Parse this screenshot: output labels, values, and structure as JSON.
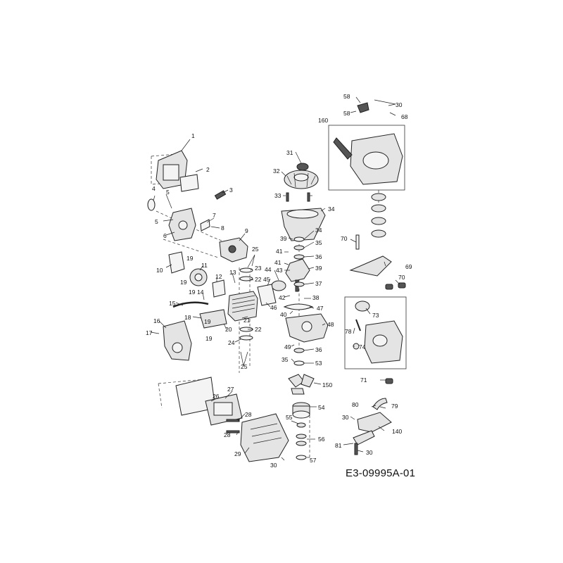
{
  "document_number": "E3-09995A-01",
  "callout_labels": [
    "1",
    "2",
    "3",
    "4",
    "5",
    "5",
    "6",
    "7",
    "8",
    "9",
    "10",
    "11",
    "12",
    "13",
    "14",
    "15",
    "16",
    "17",
    "18",
    "19",
    "19",
    "19",
    "19",
    "19",
    "20",
    "21",
    "22",
    "22",
    "23",
    "24",
    "25",
    "25",
    "26",
    "27",
    "28",
    "28",
    "29",
    "30",
    "30",
    "30",
    "30",
    "31",
    "32",
    "33",
    "34",
    "34",
    "35",
    "35",
    "36",
    "36",
    "37",
    "38",
    "39",
    "39",
    "40",
    "41",
    "41",
    "42",
    "43",
    "44",
    "45",
    "46",
    "47",
    "48",
    "49",
    "53",
    "54",
    "55",
    "56",
    "57",
    "58",
    "58",
    "68",
    "69",
    "70",
    "70",
    "71",
    "73",
    "74",
    "78",
    "79",
    "80",
    "81",
    "140",
    "150",
    "160"
  ]
}
